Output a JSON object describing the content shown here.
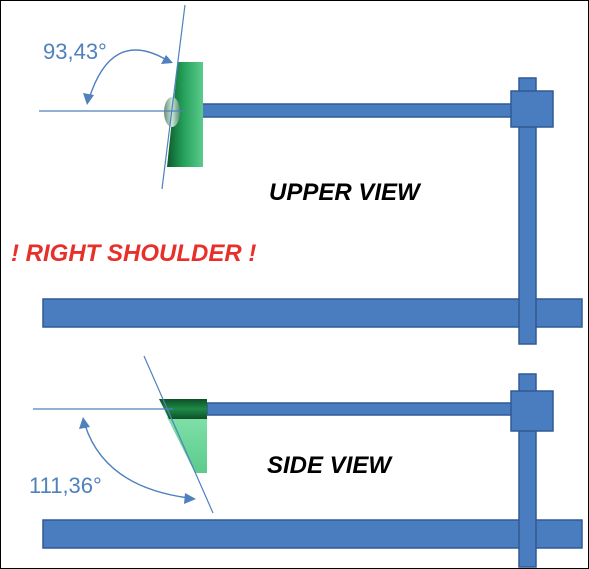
{
  "upper": {
    "angle_label": "93,43°",
    "view_label": "UPPER VIEW"
  },
  "warning_label": "! RIGHT SHOULDER !",
  "side": {
    "angle_label": "111,36°",
    "view_label": "SIDE VIEW"
  },
  "colors": {
    "bar_fill": "#4a7dc0",
    "bar_stroke": "#2f5a94",
    "angle_blue": "#4f81bd",
    "warning_red": "#e8302a",
    "green_dark": "#1e8a48",
    "green_light": "#5ccb8c",
    "text_black": "#000000"
  }
}
